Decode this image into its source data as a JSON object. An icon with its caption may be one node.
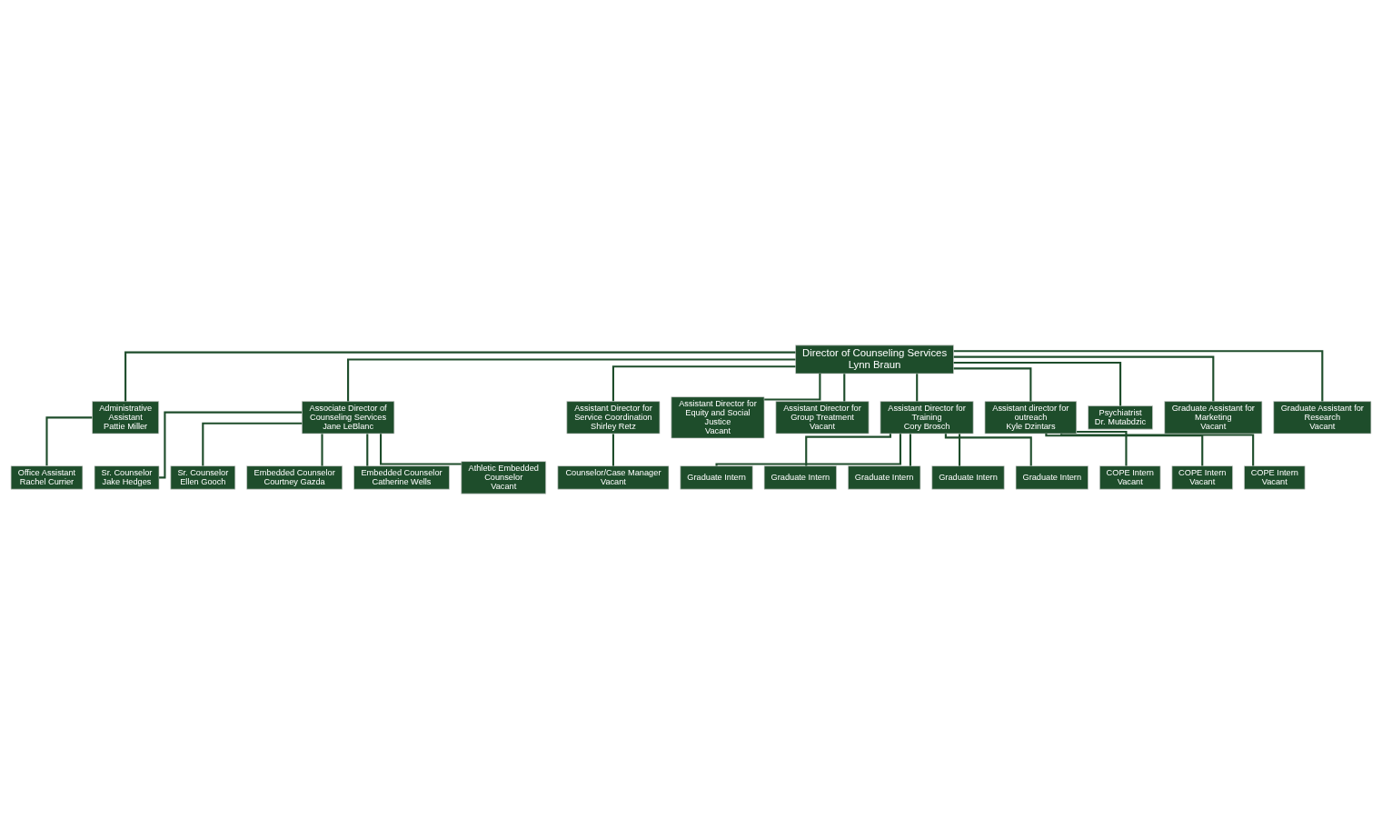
{
  "diagram": {
    "nodes": [
      {
        "text": [
          "Director of Counseling Services",
          "Lynn Braun"
        ]
      },
      {
        "text": [
          "Administrative Assistant",
          "Pattie Miller"
        ]
      },
      {
        "text": [
          "Office Assistant",
          "Rachel Currier"
        ]
      },
      {
        "text": [
          "Associate Director of Counseling Services",
          "Jane LeBlanc"
        ]
      },
      {
        "text": [
          "Sr. Counselor",
          "Jake Hedges"
        ]
      },
      {
        "text": [
          "Sr. Counselor",
          "Ellen Gooch"
        ]
      },
      {
        "text": [
          "Embedded Counselor",
          "Courtney Gazda"
        ]
      },
      {
        "text": [
          "Embedded Counselor",
          "Catherine Wells"
        ]
      },
      {
        "text": [
          "Athletic Embedded Counselor",
          "Vacant"
        ]
      },
      {
        "text": [
          "Assistant Director for Service Coordination",
          "Shirley Retz"
        ]
      },
      {
        "text": [
          "Counselor/Case Manager",
          "Vacant"
        ]
      },
      {
        "text": [
          "Assistant Director for Equity and Social Justice",
          "Vacant"
        ]
      },
      {
        "text": [
          "Assistant Director for Group Treatment",
          "Vacant"
        ]
      },
      {
        "text": [
          "Assistant Director for Training",
          "Cory Brosch"
        ]
      },
      {
        "text": [
          "Graduate Intern"
        ]
      },
      {
        "text": [
          "Graduate Intern"
        ]
      },
      {
        "text": [
          "Graduate Intern"
        ]
      },
      {
        "text": [
          "Graduate Intern"
        ]
      },
      {
        "text": [
          "Graduate Intern"
        ]
      },
      {
        "text": [
          "Assistant director for outreach",
          "Kyle Dzintars"
        ]
      },
      {
        "text": [
          "COPE Intern",
          "Vacant"
        ]
      },
      {
        "text": [
          "COPE Intern",
          "Vacant"
        ]
      },
      {
        "text": [
          "COPE Intern",
          "Vacant"
        ]
      },
      {
        "text": [
          "Psychiatrist",
          "Dr. Mutabdzic"
        ]
      },
      {
        "text": [
          "Graduate Assistant for Marketing",
          "Vacant"
        ]
      },
      {
        "text": [
          "Graduate Assistant for Research",
          "Vacant"
        ]
      }
    ],
    "edges": [
      {
        "from": 0,
        "to": 1,
        "arrow": "none"
      },
      {
        "from": 1,
        "to": 2,
        "arrow": "none"
      },
      {
        "from": 0,
        "to": 3,
        "arrow": "none"
      },
      {
        "from": 3,
        "to": 4,
        "arrow": "none"
      },
      {
        "from": 3,
        "to": 5,
        "arrow": "none"
      },
      {
        "from": 3,
        "to": 6,
        "arrow": "none"
      },
      {
        "from": 3,
        "to": 7,
        "arrow": "none"
      },
      {
        "from": 3,
        "to": 8,
        "arrow": "none"
      },
      {
        "from": 0,
        "to": 9,
        "arrow": "none"
      },
      {
        "from": 9,
        "to": 10,
        "arrow": "none"
      },
      {
        "from": 0,
        "to": 11,
        "arrow": "none"
      },
      {
        "from": 0,
        "to": 12,
        "arrow": "none"
      },
      {
        "from": 0,
        "to": 13,
        "arrow": "none"
      },
      {
        "from": 13,
        "to": 14,
        "arrow": "none"
      },
      {
        "from": 13,
        "to": 15,
        "arrow": "none"
      },
      {
        "from": 13,
        "to": 16,
        "arrow": "none"
      },
      {
        "from": 13,
        "to": 17,
        "arrow": "none"
      },
      {
        "from": 13,
        "to": 18,
        "arrow": "none"
      },
      {
        "from": 0,
        "to": 19,
        "arrow": "none"
      },
      {
        "from": 19,
        "to": 20,
        "arrow": "none"
      },
      {
        "from": 19,
        "to": 21,
        "arrow": "none"
      },
      {
        "from": 19,
        "to": 22,
        "arrow": "none"
      },
      {
        "from": 0,
        "to": 23,
        "arrow": "none"
      },
      {
        "from": 0,
        "to": 24,
        "arrow": "none"
      },
      {
        "from": 0,
        "to": 25,
        "arrow": "none"
      }
    ]
  }
}
